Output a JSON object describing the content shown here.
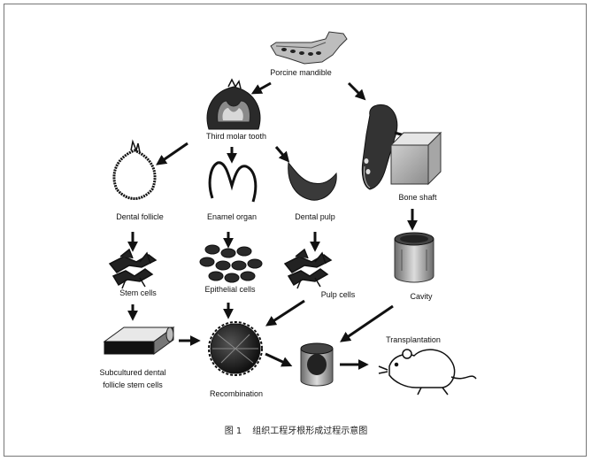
{
  "nodes": {
    "porcine_mandible": "Porcine mandible",
    "third_molar": "Third molar tooth",
    "dental_follicle": "Dental follicle",
    "enamel_organ": "Enamel organ",
    "dental_pulp": "Dental pulp",
    "bone_shaft": "Bone shaft",
    "stem_cells": "Stem cells",
    "epithelial_cells": "Epithelial cells",
    "pulp_cells": "Pulp cells",
    "cavity": "Cavity",
    "subcultured_line1": "Subcultured dental",
    "subcultured_line2": "follicle stem cells",
    "recombination": "Recombination",
    "transplantation": "Transplantation"
  },
  "caption": {
    "number": "图 1",
    "text": "组织工程牙根形成过程示意图"
  }
}
